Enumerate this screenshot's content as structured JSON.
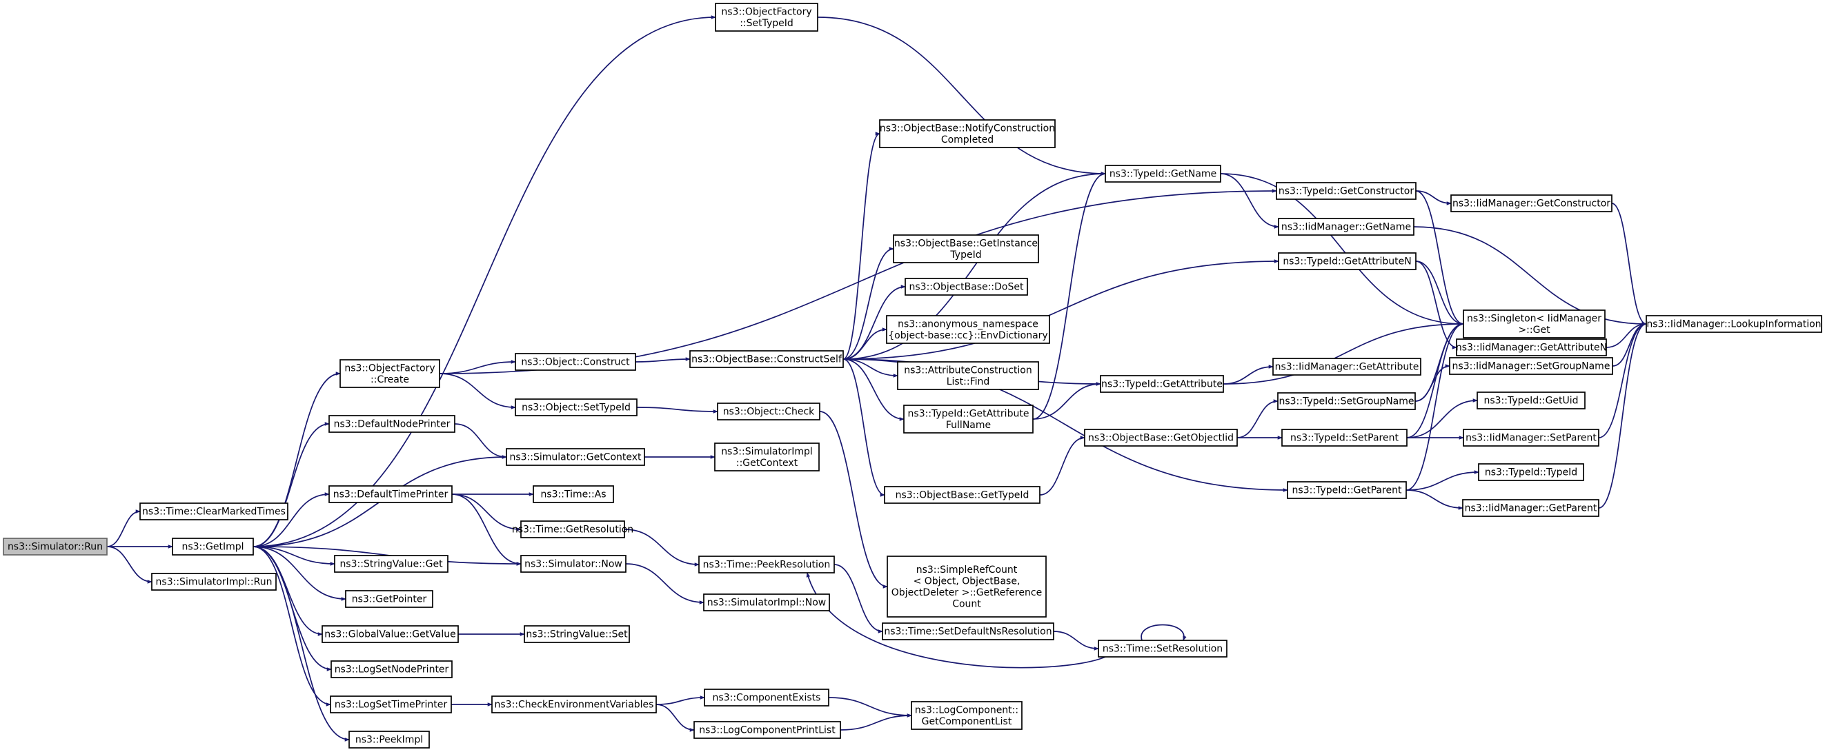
{
  "graph": {
    "edge_color": "#191970",
    "root_fill": "#bfbfbf",
    "nodes": [
      {
        "id": "run",
        "lines": [
          "ns3::Simulator::Run"
        ],
        "root": true
      },
      {
        "id": "clearmarked",
        "lines": [
          "ns3::Time::ClearMarkedTimes"
        ]
      },
      {
        "id": "getimpl",
        "lines": [
          "ns3::GetImpl"
        ]
      },
      {
        "id": "simimplrun",
        "lines": [
          "ns3::SimulatorImpl::Run"
        ]
      },
      {
        "id": "setfactory",
        "lines": [
          "ns3::ObjectFactory",
          "::SetTypeId"
        ]
      },
      {
        "id": "ofcreate",
        "lines": [
          "ns3::ObjectFactory",
          "::Create"
        ]
      },
      {
        "id": "defnodeprinter",
        "lines": [
          "ns3::DefaultNodePrinter"
        ]
      },
      {
        "id": "deftimeprinter",
        "lines": [
          "ns3::DefaultTimePrinter"
        ]
      },
      {
        "id": "strget",
        "lines": [
          "ns3::StringValue::Get"
        ]
      },
      {
        "id": "getpointer",
        "lines": [
          "ns3::GetPointer"
        ]
      },
      {
        "id": "gvgetvalue",
        "lines": [
          "ns3::GlobalValue::GetValue"
        ]
      },
      {
        "id": "logsetnode",
        "lines": [
          "ns3::LogSetNodePrinter"
        ]
      },
      {
        "id": "logsettime",
        "lines": [
          "ns3::LogSetTimePrinter"
        ]
      },
      {
        "id": "peekimpl",
        "lines": [
          "ns3::PeekImpl"
        ]
      },
      {
        "id": "objconstruct",
        "lines": [
          "ns3::Object::Construct"
        ]
      },
      {
        "id": "objsettypeid",
        "lines": [
          "ns3::Object::SetTypeId"
        ]
      },
      {
        "id": "simgetcontext",
        "lines": [
          "ns3::Simulator::GetContext"
        ]
      },
      {
        "id": "timeas",
        "lines": [
          "ns3::Time::As"
        ]
      },
      {
        "id": "timegetres",
        "lines": [
          "ns3::Time::GetResolution"
        ]
      },
      {
        "id": "simnow",
        "lines": [
          "ns3::Simulator::Now"
        ]
      },
      {
        "id": "strset",
        "lines": [
          "ns3::StringValue::Set"
        ]
      },
      {
        "id": "checkenv",
        "lines": [
          "ns3::CheckEnvironmentVariables"
        ]
      },
      {
        "id": "obconstructself",
        "lines": [
          "ns3::ObjectBase::ConstructSelf"
        ]
      },
      {
        "id": "objcheck",
        "lines": [
          "ns3::Object::Check"
        ]
      },
      {
        "id": "simimplgetctx",
        "lines": [
          "ns3::SimulatorImpl",
          "::GetContext"
        ]
      },
      {
        "id": "peekres",
        "lines": [
          "ns3::Time::PeekResolution"
        ]
      },
      {
        "id": "simimplnow",
        "lines": [
          "ns3::SimulatorImpl::Now"
        ]
      },
      {
        "id": "compexists",
        "lines": [
          "ns3::ComponentExists"
        ]
      },
      {
        "id": "logcompprint",
        "lines": [
          "ns3::LogComponentPrintList"
        ]
      },
      {
        "id": "notifyconstr",
        "lines": [
          "ns3::ObjectBase::NotifyConstruction",
          "Completed"
        ]
      },
      {
        "id": "getinstancetid",
        "lines": [
          "ns3::ObjectBase::GetInstance",
          "TypeId"
        ]
      },
      {
        "id": "doset",
        "lines": [
          "ns3::ObjectBase::DoSet"
        ]
      },
      {
        "id": "envdict",
        "lines": [
          "ns3::anonymous_namespace",
          "{object-base::cc}::EnvDictionary"
        ]
      },
      {
        "id": "attrconstrfind",
        "lines": [
          "ns3::AttributeConstruction",
          "List::Find"
        ]
      },
      {
        "id": "getattrfullname",
        "lines": [
          "ns3::TypeId::GetAttribute",
          "FullName"
        ]
      },
      {
        "id": "obgettypeid",
        "lines": [
          "ns3::ObjectBase::GetTypeId"
        ]
      },
      {
        "id": "refcount",
        "lines": [
          "ns3::SimpleRefCount",
          "< Object, ObjectBase,",
          "ObjectDeleter >::GetReference",
          "Count"
        ]
      },
      {
        "id": "setdefns",
        "lines": [
          "ns3::Time::SetDefaultNsResolution"
        ]
      },
      {
        "id": "logcompget",
        "lines": [
          "ns3::LogComponent::",
          "GetComponentList"
        ]
      },
      {
        "id": "tidgetname",
        "lines": [
          "ns3::TypeId::GetName"
        ]
      },
      {
        "id": "tidgetattr",
        "lines": [
          "ns3::TypeId::GetAttribute"
        ]
      },
      {
        "id": "getobjectiid",
        "lines": [
          "ns3::ObjectBase::GetObjectIid"
        ]
      },
      {
        "id": "setresolution",
        "lines": [
          "ns3::Time::SetResolution"
        ]
      },
      {
        "id": "tidgetctor",
        "lines": [
          "ns3::TypeId::GetConstructor"
        ]
      },
      {
        "id": "iidgetname",
        "lines": [
          "ns3::IidManager::GetName"
        ]
      },
      {
        "id": "tidgetattrn",
        "lines": [
          "ns3::TypeId::GetAttributeN"
        ]
      },
      {
        "id": "iidgetattr",
        "lines": [
          "ns3::IidManager::GetAttribute"
        ]
      },
      {
        "id": "tidsetgroup",
        "lines": [
          "ns3::TypeId::SetGroupName"
        ]
      },
      {
        "id": "tidsetparent",
        "lines": [
          "ns3::TypeId::SetParent"
        ]
      },
      {
        "id": "tidgetparent",
        "lines": [
          "ns3::TypeId::GetParent"
        ]
      },
      {
        "id": "iidgetctor",
        "lines": [
          "ns3::IidManager::GetConstructor"
        ]
      },
      {
        "id": "iidgetattrn",
        "lines": [
          "ns3::IidManager::GetAttributeN"
        ]
      },
      {
        "id": "singleton",
        "lines": [
          "ns3::Singleton< IidManager",
          " >::Get"
        ]
      },
      {
        "id": "iidsetgroup",
        "lines": [
          "ns3::IidManager::SetGroupName"
        ]
      },
      {
        "id": "tidgetuid",
        "lines": [
          "ns3::TypeId::GetUid"
        ]
      },
      {
        "id": "iidsetparent",
        "lines": [
          "ns3::IidManager::SetParent"
        ]
      },
      {
        "id": "tidtypeid",
        "lines": [
          "ns3::TypeId::TypeId"
        ]
      },
      {
        "id": "iidgetparent",
        "lines": [
          "ns3::IidManager::GetParent"
        ]
      },
      {
        "id": "iidlookup",
        "lines": [
          "ns3::IidManager::LookupInformation"
        ]
      }
    ],
    "edges": [
      [
        "run",
        "clearmarked"
      ],
      [
        "run",
        "getimpl"
      ],
      [
        "run",
        "simimplrun"
      ],
      [
        "getimpl",
        "setfactory"
      ],
      [
        "getimpl",
        "ofcreate"
      ],
      [
        "getimpl",
        "defnodeprinter"
      ],
      [
        "getimpl",
        "deftimeprinter"
      ],
      [
        "getimpl",
        "strget"
      ],
      [
        "getimpl",
        "getpointer"
      ],
      [
        "getimpl",
        "gvgetvalue"
      ],
      [
        "getimpl",
        "logsetnode"
      ],
      [
        "getimpl",
        "logsettime"
      ],
      [
        "getimpl",
        "peekimpl"
      ],
      [
        "getimpl",
        "simnow"
      ],
      [
        "getimpl",
        "simgetcontext"
      ],
      [
        "ofcreate",
        "objconstruct"
      ],
      [
        "ofcreate",
        "objsettypeid"
      ],
      [
        "ofcreate",
        "tidgetctor"
      ],
      [
        "setfactory",
        "tidgetname"
      ],
      [
        "defnodeprinter",
        "simgetcontext"
      ],
      [
        "deftimeprinter",
        "timeas"
      ],
      [
        "deftimeprinter",
        "timegetres"
      ],
      [
        "deftimeprinter",
        "simnow"
      ],
      [
        "gvgetvalue",
        "strset"
      ],
      [
        "logsettime",
        "checkenv"
      ],
      [
        "objconstruct",
        "obconstructself"
      ],
      [
        "objsettypeid",
        "objcheck"
      ],
      [
        "simgetcontext",
        "simimplgetctx"
      ],
      [
        "timegetres",
        "peekres"
      ],
      [
        "simnow",
        "simimplnow"
      ],
      [
        "checkenv",
        "compexists"
      ],
      [
        "checkenv",
        "logcompprint"
      ],
      [
        "obconstructself",
        "notifyconstr"
      ],
      [
        "obconstructself",
        "tidgetname"
      ],
      [
        "obconstructself",
        "tidgetattrn"
      ],
      [
        "obconstructself",
        "getinstancetid"
      ],
      [
        "obconstructself",
        "doset"
      ],
      [
        "obconstructself",
        "envdict"
      ],
      [
        "obconstructself",
        "attrconstrfind"
      ],
      [
        "obconstructself",
        "getattrfullname"
      ],
      [
        "obconstructself",
        "tidgetattr"
      ],
      [
        "obconstructself",
        "obgettypeid"
      ],
      [
        "obconstructself",
        "tidgetparent"
      ],
      [
        "objcheck",
        "refcount"
      ],
      [
        "peekres",
        "setdefns"
      ],
      [
        "compexists",
        "logcompget"
      ],
      [
        "logcompprint",
        "logcompget"
      ],
      [
        "getattrfullname",
        "tidgetattr"
      ],
      [
        "getattrfullname",
        "tidgetname"
      ],
      [
        "obgettypeid",
        "getobjectiid"
      ],
      [
        "setdefns",
        "setresolution"
      ],
      [
        "setresolution",
        "setresolution"
      ],
      [
        "setresolution",
        "peekres"
      ],
      [
        "tidgetname",
        "iidgetname"
      ],
      [
        "tidgetname",
        "singleton"
      ],
      [
        "tidgetattr",
        "iidgetattr"
      ],
      [
        "tidgetattr",
        "singleton"
      ],
      [
        "getobjectiid",
        "tidsetgroup"
      ],
      [
        "getobjectiid",
        "tidsetparent"
      ],
      [
        "tidgetctor",
        "iidgetctor"
      ],
      [
        "tidgetctor",
        "singleton"
      ],
      [
        "tidgetattrn",
        "iidgetattrn"
      ],
      [
        "tidgetattrn",
        "singleton"
      ],
      [
        "iidgetname",
        "iidlookup"
      ],
      [
        "tidsetgroup",
        "iidsetgroup"
      ],
      [
        "tidsetgroup",
        "singleton"
      ],
      [
        "tidsetparent",
        "tidgetuid"
      ],
      [
        "tidsetparent",
        "iidsetparent"
      ],
      [
        "tidsetparent",
        "singleton"
      ],
      [
        "tidgetparent",
        "tidtypeid"
      ],
      [
        "tidgetparent",
        "iidgetparent"
      ],
      [
        "tidgetparent",
        "singleton"
      ],
      [
        "iidgetctor",
        "iidlookup"
      ],
      [
        "iidgetattrn",
        "iidlookup"
      ],
      [
        "iidsetgroup",
        "iidlookup"
      ],
      [
        "iidsetparent",
        "iidlookup"
      ],
      [
        "iidgetparent",
        "iidlookup"
      ]
    ]
  }
}
